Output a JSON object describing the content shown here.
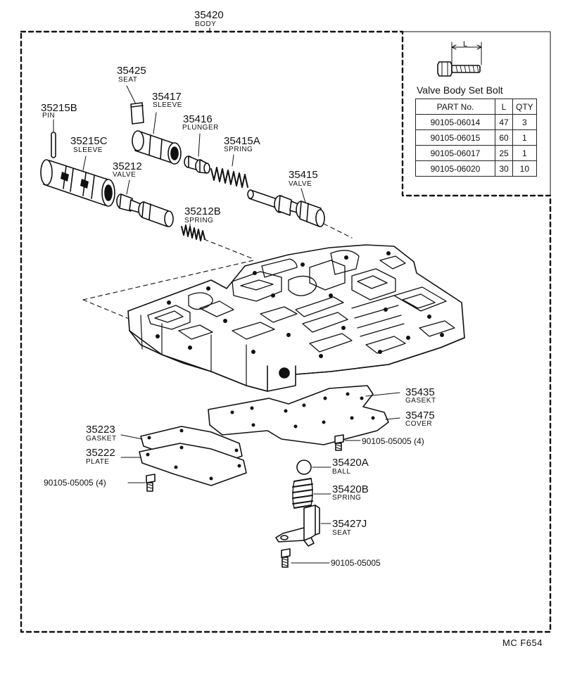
{
  "callouts": {
    "body": {
      "num": "35420",
      "name": "BODY"
    },
    "seat_25": {
      "num": "35425",
      "name": "SEAT"
    },
    "sleeve_17": {
      "num": "35417",
      "name": "SLEEVE"
    },
    "pin": {
      "num": "35215B",
      "name": "PIN"
    },
    "plunger": {
      "num": "35416",
      "name": "PLUNGER"
    },
    "sleeve_15c": {
      "num": "35215C",
      "name": "SLEEVE"
    },
    "spring_15a": {
      "num": "35415A",
      "name": "SPRING"
    },
    "valve_12": {
      "num": "35212",
      "name": "VALVE"
    },
    "valve_15": {
      "num": "35415",
      "name": "VALVE"
    },
    "spring_12b": {
      "num": "35212B",
      "name": "SPRING"
    },
    "gasket_35": {
      "num": "35435",
      "name": "GASEKT"
    },
    "cover": {
      "num": "35475",
      "name": "COVER"
    },
    "gasket_23": {
      "num": "35223",
      "name": "GASKET"
    },
    "plate": {
      "num": "35222",
      "name": "PLATE"
    },
    "ball": {
      "num": "35420A",
      "name": "BALL"
    },
    "spring_20b": {
      "num": "35420B",
      "name": "SPRING"
    },
    "seat_27j": {
      "num": "35427J",
      "name": "SEAT"
    }
  },
  "bolts": {
    "right_cover": "90105-05005 (4)",
    "left_plate": "90105-05005 (4)",
    "seat": "90105-05005"
  },
  "bolt_table": {
    "title": "Valve Body Set Bolt",
    "dimension_label": "L",
    "headers": [
      "PART No.",
      "L",
      "QTY"
    ],
    "rows": [
      [
        "90105-06014",
        "47",
        "3"
      ],
      [
        "90105-06015",
        "60",
        "1"
      ],
      [
        "90105-06017",
        "25",
        "1"
      ],
      [
        "90105-06020",
        "30",
        "10"
      ]
    ]
  },
  "diagram_code": "MC F654"
}
